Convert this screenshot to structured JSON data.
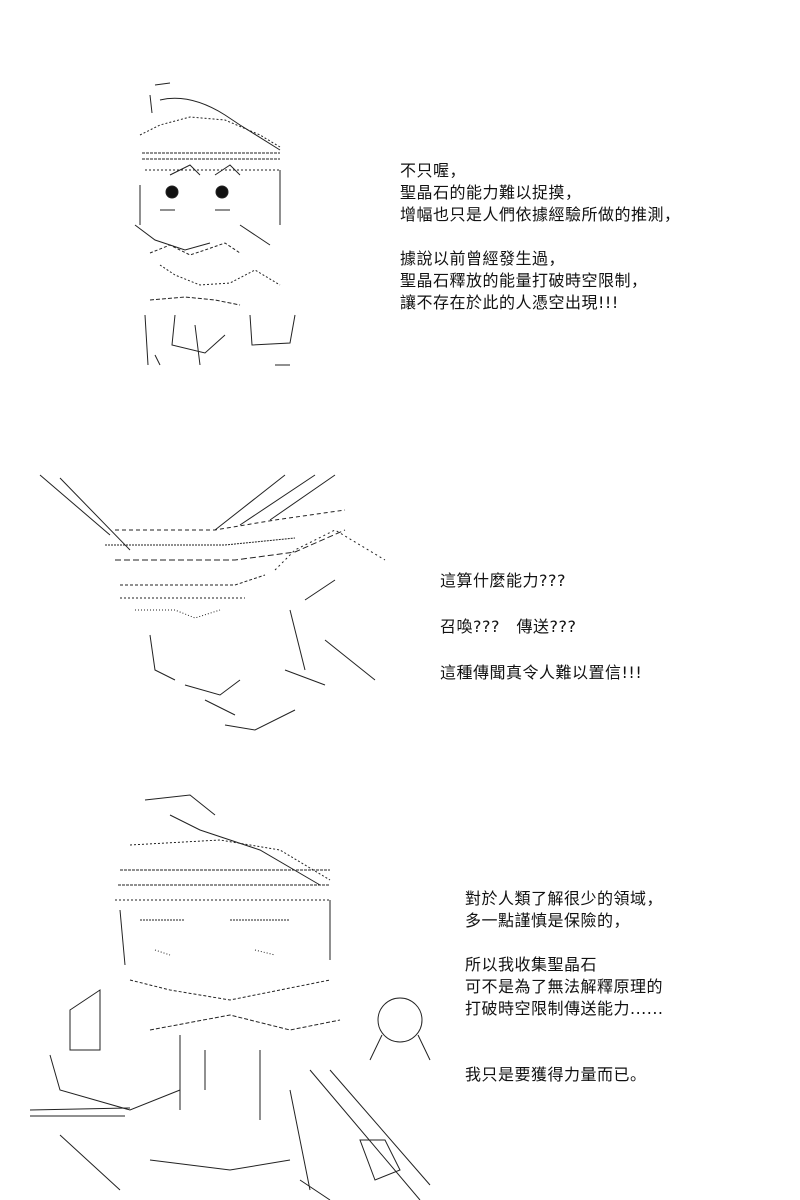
{
  "panels": [
    {
      "dialogue": [
        "不只喔，",
        "聖晶石的能力難以捉摸，",
        "增幅也只是人們依據經驗所做的推測，",
        "",
        "據說以前曾經發生過，",
        "聖晶石釋放的能量打破時空限制，",
        "讓不存在於此的人憑空出現!!!"
      ]
    },
    {
      "dialogue": [
        "這算什麼能力???",
        "",
        "召喚???　傳送???",
        "",
        "這種傳聞真令人難以置信!!!"
      ]
    },
    {
      "dialogue": [
        "對於人類了解很少的領域，",
        "多一點謹慎是保險的，",
        "",
        "所以我收集聖晶石",
        "可不是為了無法解釋原理的",
        "打破時空限制傳送能力......",
        "",
        "",
        "我只是要獲得力量而已。"
      ]
    }
  ],
  "colors": {
    "ink": "#111111",
    "background": "#ffffff"
  }
}
